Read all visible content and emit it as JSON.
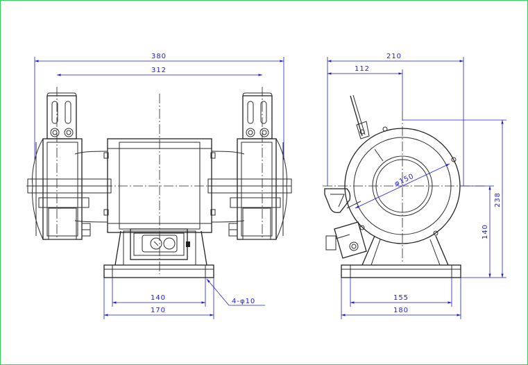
{
  "colors": {
    "frame": "#2dd35a",
    "object_lines": "#2a2a2a",
    "dimension_lines": "#1a1adb",
    "dimension_text": "#1a1adb",
    "background": "#ffffff"
  },
  "front_view": {
    "dimensions": {
      "overall_width": "380",
      "wheel_center_distance": "312",
      "base_bolt_spacing": "140",
      "base_width": "170",
      "mounting_holes": "4-φ10"
    }
  },
  "side_view": {
    "dimensions": {
      "overall_depth": "210",
      "axis_offset": "112",
      "wheel_diameter": "φ150",
      "overall_height": "238",
      "axis_height": "140",
      "base_bolt_spacing": "155",
      "base_depth": "180"
    }
  }
}
